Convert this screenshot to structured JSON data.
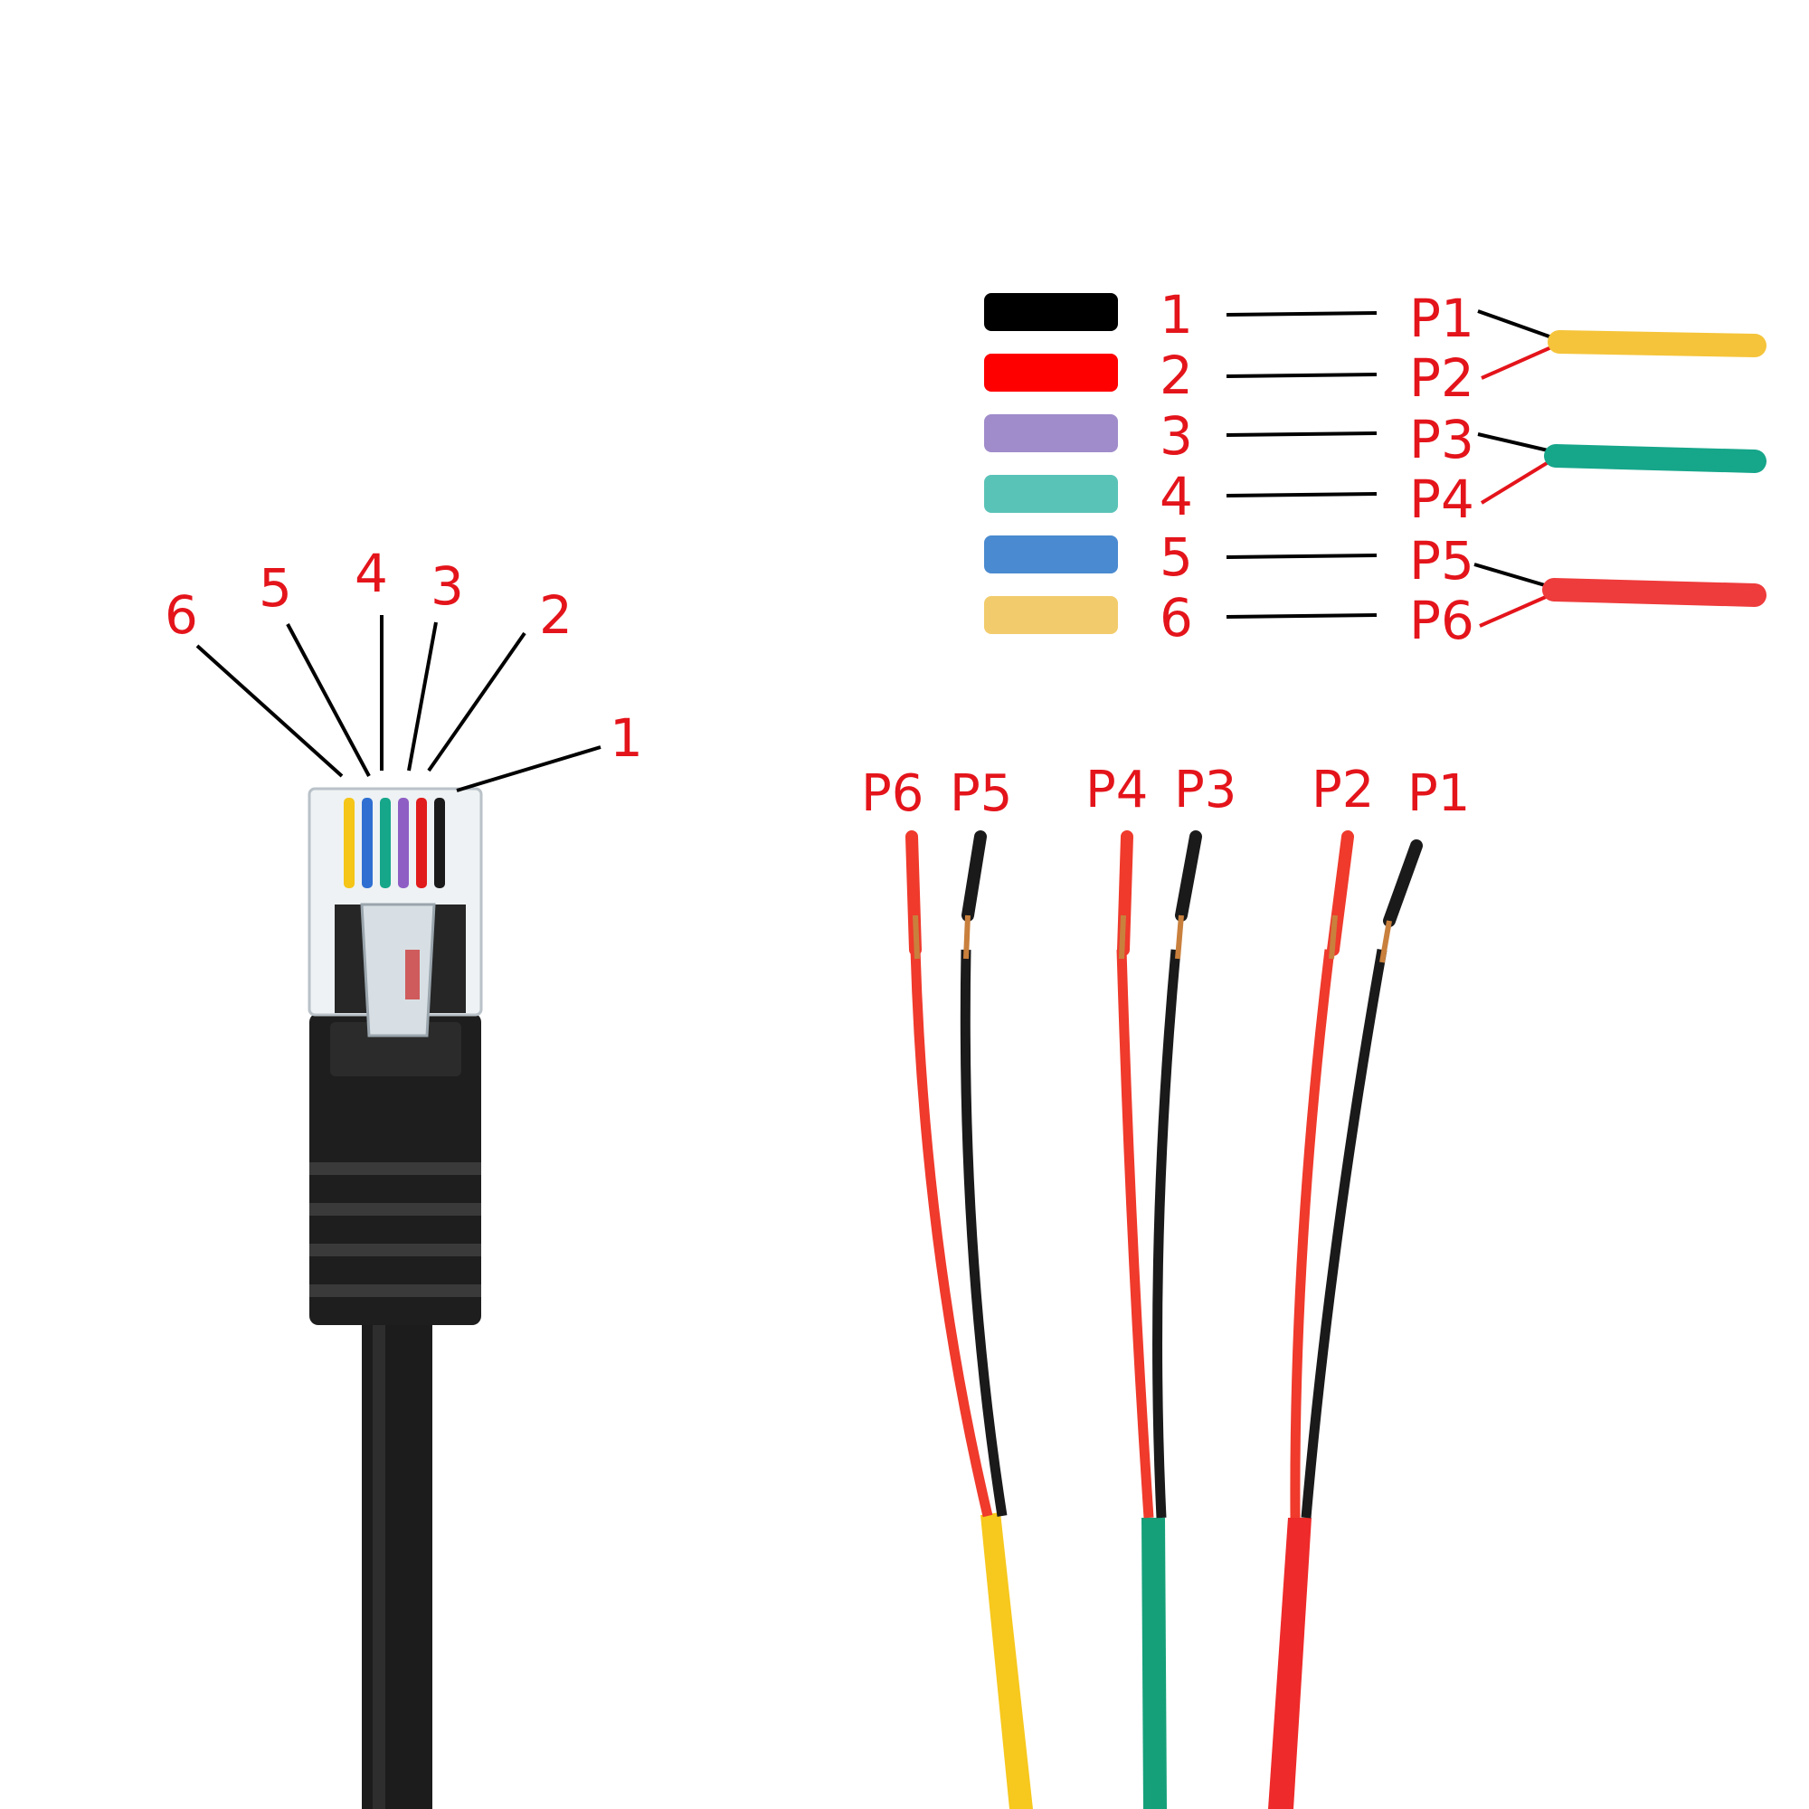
{
  "pin_labels": [
    "1",
    "2",
    "3",
    "4",
    "5",
    "6"
  ],
  "legend": [
    {
      "pin": "1",
      "pair": "P1",
      "color": "#000000"
    },
    {
      "pin": "2",
      "pair": "P2",
      "color": "#ff0000"
    },
    {
      "pin": "3",
      "pair": "P3",
      "color": "#a08ccb"
    },
    {
      "pin": "4",
      "pair": "P4",
      "color": "#5ac3b8"
    },
    {
      "pin": "5",
      "pair": "P5",
      "color": "#4a8ad0"
    },
    {
      "pin": "6",
      "pair": "P6",
      "color": "#f2cc6c"
    }
  ],
  "pair_wires": [
    {
      "name": "P1-P2",
      "color": "#f5c43a"
    },
    {
      "name": "P3-P4",
      "color": "#16a68a"
    },
    {
      "name": "P5-P6",
      "color": "#ee3b3b"
    }
  ],
  "wire_ends": [
    {
      "left": "P6",
      "right": "P5",
      "jacket": "#f7c81d"
    },
    {
      "left": "P4",
      "right": "P3",
      "jacket": "#16a07a"
    },
    {
      "left": "P2",
      "right": "P1",
      "jacket": "#ee2a2a"
    }
  ],
  "colors": {
    "label_red": "#e4141b",
    "lead_red": "#ef3a2c",
    "lead_black": "#1a1a1a",
    "connector_black": "#1c1c1c"
  }
}
